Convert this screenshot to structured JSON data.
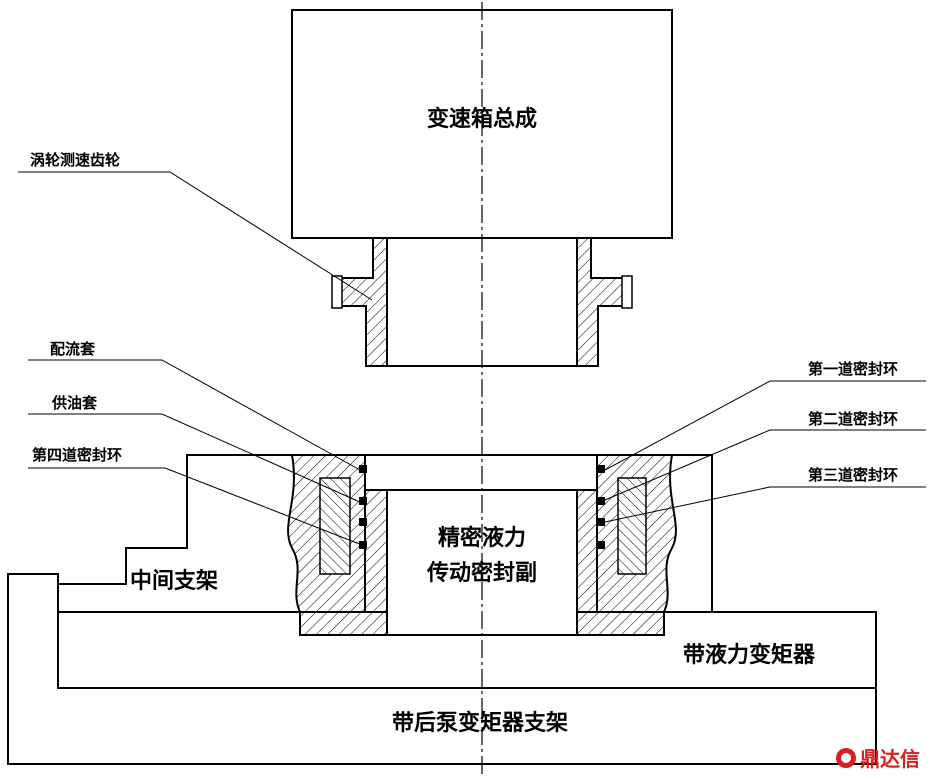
{
  "labels": {
    "gearbox": "变速箱总成",
    "turbine_gear": "涡轮测速齿轮",
    "flow_sleeve": "配流套",
    "oil_sleeve": "供油套",
    "seal4": "第四道密封环",
    "seal1": "第一道密封环",
    "seal2": "第二道密封环",
    "seal3": "第三道密封环",
    "precision_line1": "精密液力",
    "precision_line2": "传动密封副",
    "middle_bracket": "中间支架",
    "torque_converter": "带液力变矩器",
    "rear_pump_bracket": "带后泵变矩器支架"
  },
  "logo": {
    "text": "鼎达信",
    "color": "#d81e1e"
  }
}
